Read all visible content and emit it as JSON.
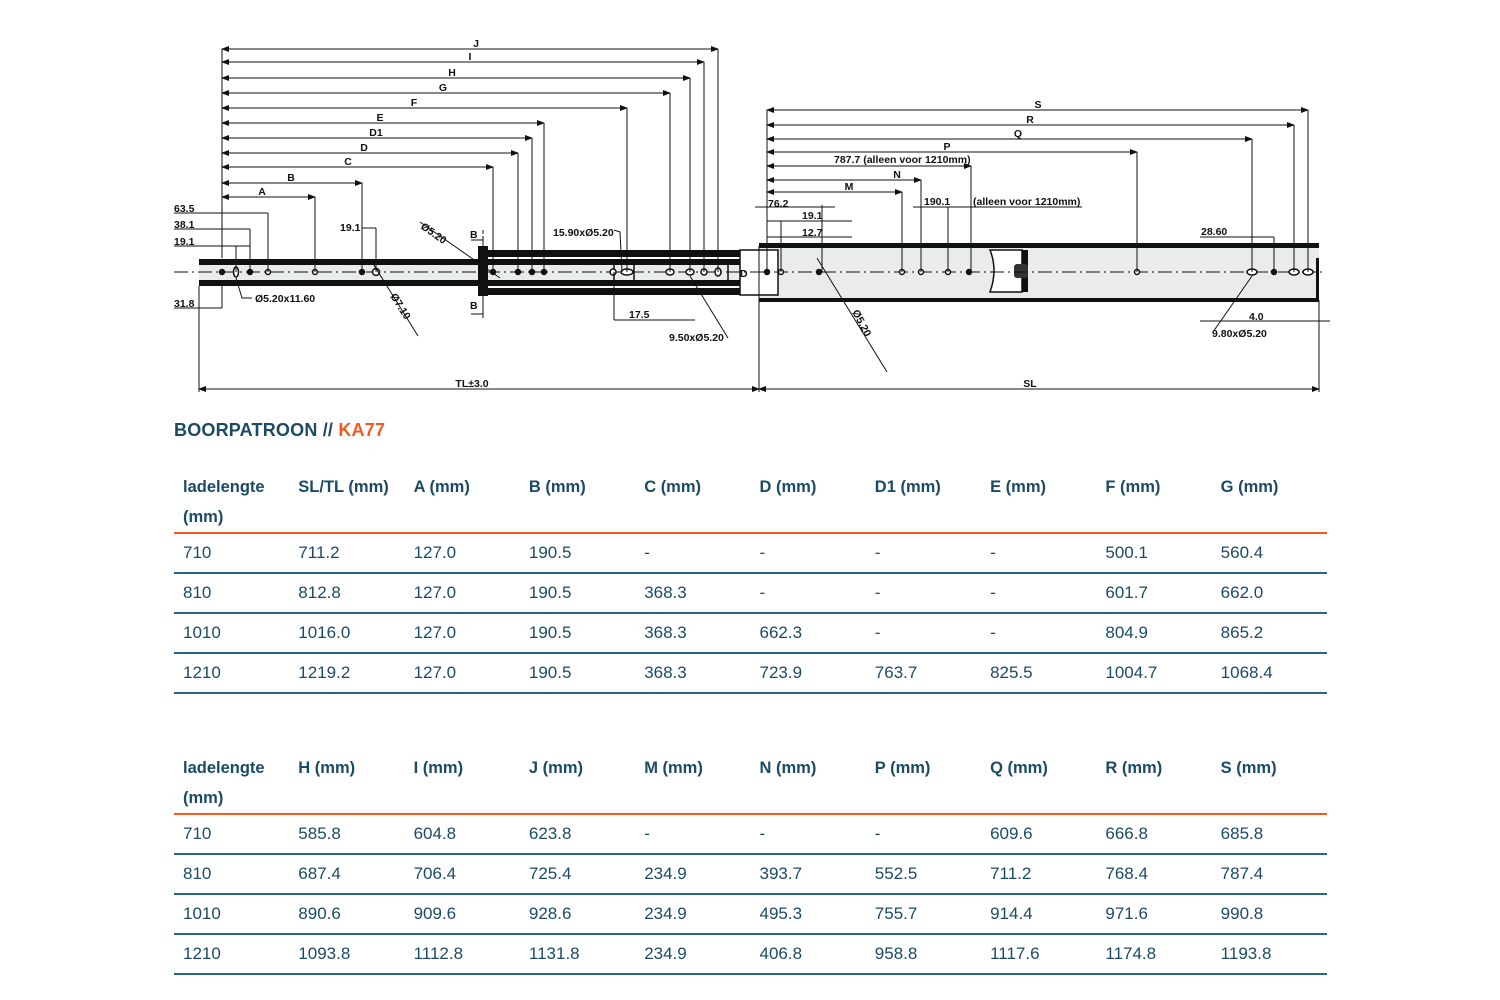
{
  "drawing": {
    "dimension_letters_left": [
      "J",
      "I",
      "H",
      "G",
      "F",
      "E",
      "D1",
      "D",
      "C",
      "B",
      "A"
    ],
    "dimension_letters_right": [
      "S",
      "R",
      "Q",
      "P",
      "N",
      "M"
    ],
    "labels": {
      "d63_5": "63.5",
      "d38_1": "38.1",
      "d19_1_left": "19.1",
      "d31_8": "31.8",
      "d19_1_mid": "19.1",
      "slot_left": "Ø5.20x11.60",
      "hole_710": "Ø7.10",
      "hole_520_left": "Ø5.20",
      "section_b_top": "B",
      "section_b_bottom": "B",
      "slot_1590": "15.90xØ5.20",
      "d17_5": "17.5",
      "slot_950": "9.50xØ5.20",
      "tl": "TL±3.0",
      "d_marker": "D",
      "p_note": "787.7 (alleen voor 1210mm)",
      "d190_1": "190.1",
      "note_1210": "(alleen voor 1210mm)",
      "d76_2": "76.2",
      "d19_1_right": "19.1",
      "d12_7": "12.7",
      "hole_520_right": "Ø5.20",
      "d28_60": "28.60",
      "d4_0": "4.0",
      "slot_980": "9.80xØ5.20",
      "sl": "SL"
    }
  },
  "title": {
    "main": "BOORPATROON // ",
    "accent": "KA77"
  },
  "colors": {
    "primary": "#1b4a66",
    "accent": "#f05a1a",
    "row_line": "#2a6584"
  },
  "table1": {
    "headers": [
      "ladelengte (mm)",
      "SL/TL (mm)",
      "A (mm)",
      "B (mm)",
      "C (mm)",
      "D (mm)",
      "D1 (mm)",
      "E (mm)",
      "F (mm)",
      "G (mm)"
    ],
    "rows": [
      [
        "710",
        "711.2",
        "127.0",
        "190.5",
        "-",
        "-",
        "-",
        "-",
        "500.1",
        "560.4"
      ],
      [
        "810",
        "812.8",
        "127.0",
        "190.5",
        "368.3",
        "-",
        "-",
        "-",
        "601.7",
        "662.0"
      ],
      [
        "1010",
        "1016.0",
        "127.0",
        "190.5",
        "368.3",
        "662.3",
        "-",
        "-",
        "804.9",
        "865.2"
      ],
      [
        "1210",
        "1219.2",
        "127.0",
        "190.5",
        "368.3",
        "723.9",
        "763.7",
        "825.5",
        "1004.7",
        "1068.4"
      ]
    ]
  },
  "table2": {
    "headers": [
      "ladelengte (mm)",
      "H (mm)",
      "I (mm)",
      "J (mm)",
      "M (mm)",
      "N (mm)",
      "P (mm)",
      "Q (mm)",
      "R (mm)",
      "S (mm)"
    ],
    "rows": [
      [
        "710",
        "585.8",
        "604.8",
        "623.8",
        "-",
        "-",
        "-",
        "609.6",
        "666.8",
        "685.8"
      ],
      [
        "810",
        "687.4",
        "706.4",
        "725.4",
        "234.9",
        "393.7",
        "552.5",
        "711.2",
        "768.4",
        "787.4"
      ],
      [
        "1010",
        "890.6",
        "909.6",
        "928.6",
        "234.9",
        "495.3",
        "755.7",
        "914.4",
        "971.6",
        "990.8"
      ],
      [
        "1210",
        "1093.8",
        "1112.8",
        "1131.8",
        "234.9",
        "406.8",
        "958.8",
        "1117.6",
        "1174.8",
        "1193.8"
      ]
    ]
  }
}
